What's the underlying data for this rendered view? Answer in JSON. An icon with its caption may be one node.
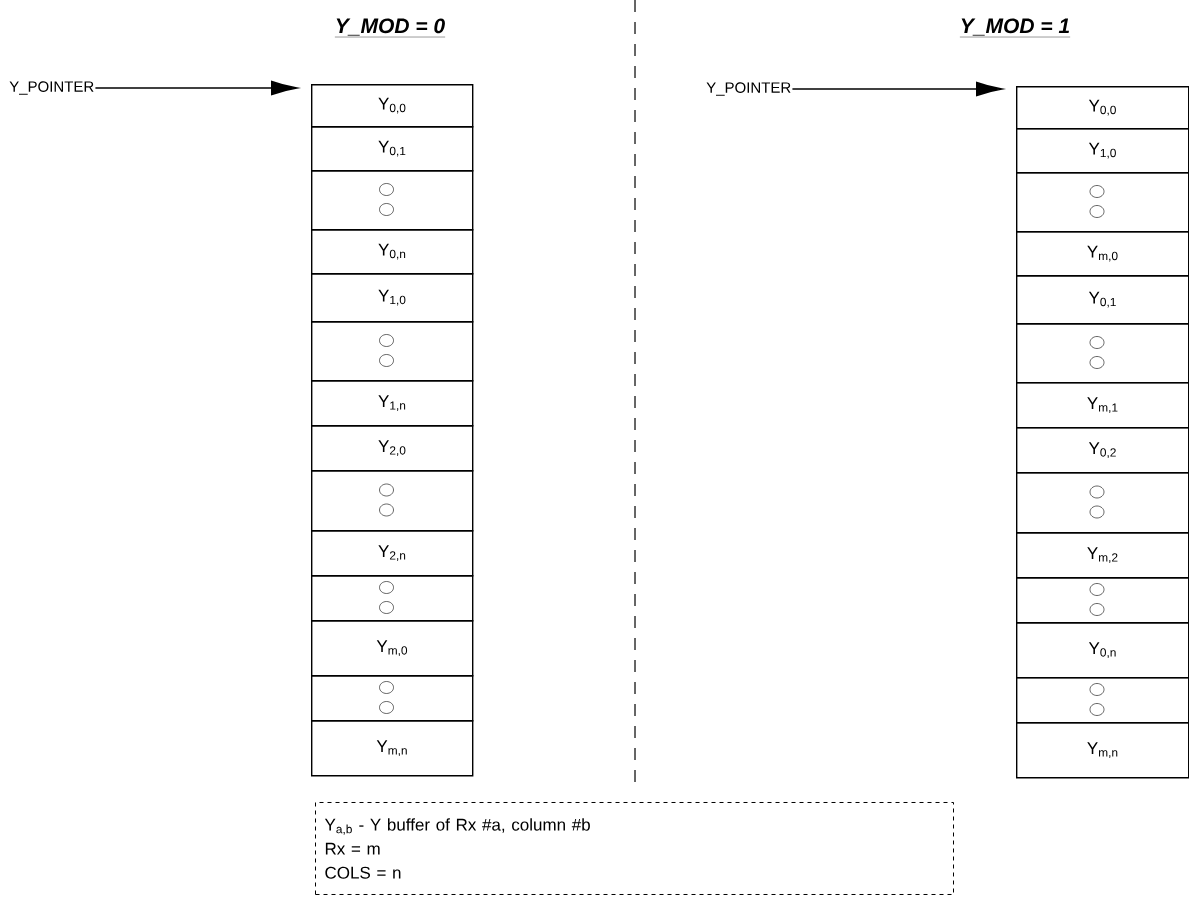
{
  "diagram": {
    "nodes": [
      {
        "text": [
          "Y_POINTER"
        ]
      },
      {
        "text": [
          "Y$_{0,0}$"
        ]
      },
      {
        "text": [
          "Y$_{0,1}$"
        ]
      },
      {
        "text": [],
        "shape": "box"
      },
      {
        "text": [
          "Y$_{0,n}$"
        ]
      },
      {
        "text": [
          "Y$_{1,0}$"
        ]
      },
      {
        "text": [],
        "shape": "box"
      },
      {
        "text": [
          "Y$_{1,n}$"
        ]
      },
      {
        "text": [
          "Y$_{2,0}$"
        ]
      },
      {
        "text": [],
        "shape": "box"
      },
      {
        "text": [
          "Y$_{2,n}$"
        ]
      },
      {
        "text": [],
        "shape": "box"
      },
      {
        "text": [
          "Y$_{m,0}$"
        ]
      },
      {
        "text": [],
        "shape": "box"
      },
      {
        "text": [
          "Y$_{m,n}$"
        ]
      },
      {
        "text": [
          "Y_POINTER"
        ]
      },
      {
        "text": [
          "Y$_{0,0}$"
        ]
      },
      {
        "text": [
          "Y$_{1,0}$"
        ]
      },
      {
        "text": [],
        "shape": "box"
      },
      {
        "text": [
          "Y$_{m,0}$"
        ]
      },
      {
        "text": [
          "Y$_{0,1}$"
        ]
      },
      {
        "text": [],
        "shape": "box"
      },
      {
        "text": [
          "Y$_{m,1}$"
        ]
      },
      {
        "text": [
          "Y$_{0,2}$"
        ]
      },
      {
        "text": [],
        "shape": "box"
      },
      {
        "text": [
          "Y$_{m,2}$"
        ]
      },
      {
        "text": [],
        "shape": "box"
      },
      {
        "text": [
          "Y$_{0,n}$"
        ]
      },
      {
        "text": [],
        "shape": "box"
      },
      {
        "text": [
          "Y$_{m,n}$"
        ]
      },
      {
        "text": [
          "Y$_{a,b}$  - Y buffer of Rx #a, column #b",
          "Rx = m",
          "COLS = n"
        ]
      }
    ],
    "edges": [
      {
        "from": 0,
        "to": 1,
        "arrow": "to"
      },
      {
        "from": 15,
        "to": 16,
        "arrow": "to"
      }
    ],
    "labels": [
      "Y_MOD = 0",
      "Y_MOD = 1"
    ]
  }
}
